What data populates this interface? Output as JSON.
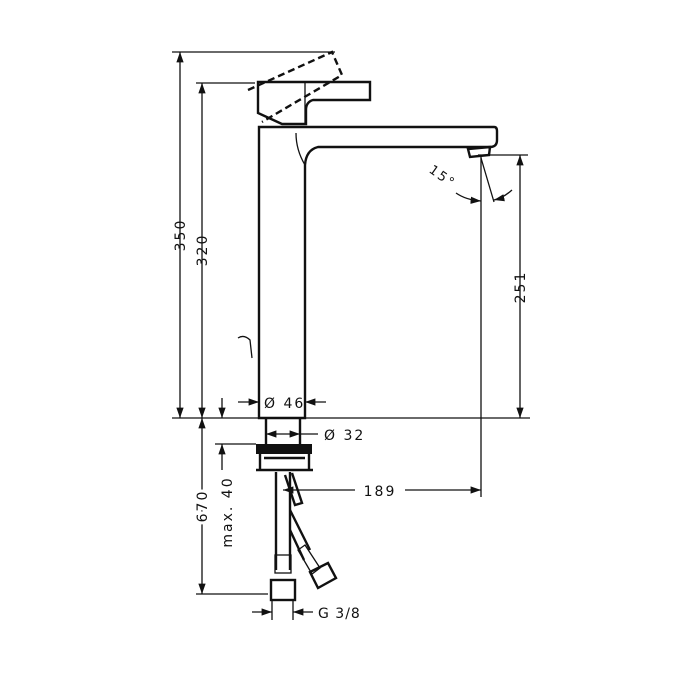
{
  "drawing": {
    "dimensions": {
      "total_height": "350",
      "lever_height": "320",
      "spout_height": "251",
      "body_diameter": "Ø 46",
      "shank_diameter": "Ø 32",
      "projection": "189",
      "max_thickness": "max. 40",
      "hose_length": "670",
      "connection": "G 3/8",
      "lever_angle": "15°"
    }
  }
}
